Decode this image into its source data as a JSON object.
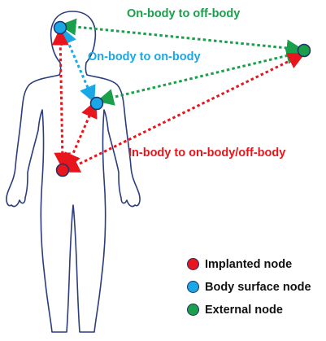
{
  "colors": {
    "body_outline": "#2c3d7c",
    "implanted": "#e8161c",
    "surface": "#19a7e6",
    "external": "#1aa04a",
    "node_stroke": "#20306a"
  },
  "labels": {
    "on_to_off": "On-body to off-body",
    "on_to_on": "On-body to on-body",
    "in_to_on_off": "In-body to on-body/off-body"
  },
  "legend": [
    {
      "label": "Implanted node",
      "color": "#e8161c"
    },
    {
      "label": "Body surface node",
      "color": "#19a7e6"
    },
    {
      "label": "External node",
      "color": "#1aa04a"
    }
  ]
}
